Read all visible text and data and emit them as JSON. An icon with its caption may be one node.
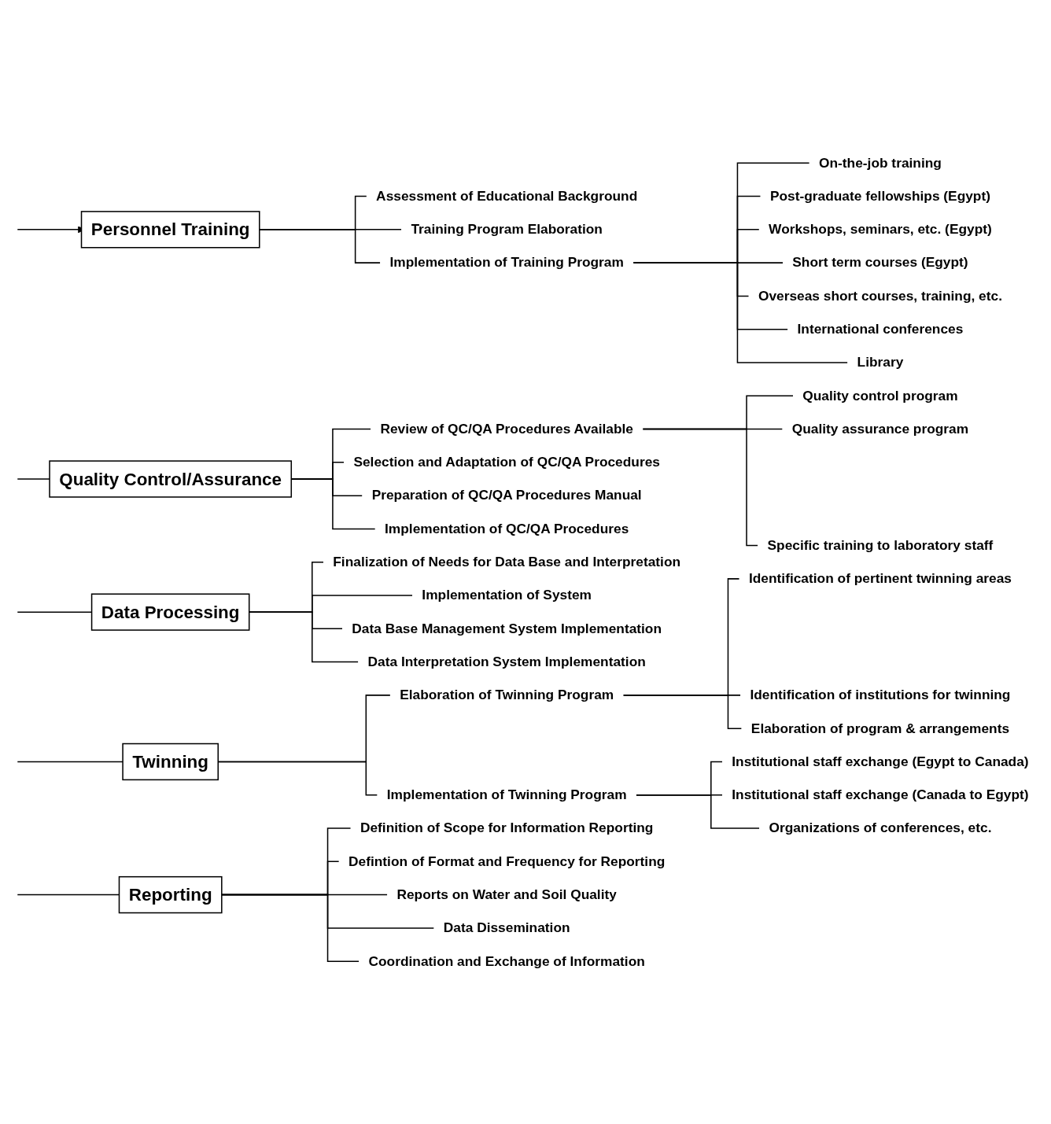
{
  "diagram": {
    "nodes": [
      {
        "text": [
          "Personnel Training"
        ]
      },
      {
        "text": [
          "Assessment of Educational Background"
        ]
      },
      {
        "text": [
          "Training Program Elaboration"
        ]
      },
      {
        "text": [
          "Implementation of Training Program"
        ]
      },
      {
        "text": [
          "On-the-job training"
        ]
      },
      {
        "text": [
          "Post-graduate fellowships (Egypt)"
        ]
      },
      {
        "text": [
          "Workshops, seminars, etc. (Egypt)"
        ]
      },
      {
        "text": [
          "Short term courses (Egypt)"
        ]
      },
      {
        "text": [
          "Overseas short courses, training, etc."
        ]
      },
      {
        "text": [
          "International conferences"
        ]
      },
      {
        "text": [
          "Library"
        ]
      },
      {
        "text": [
          "Quality Control/Assurance"
        ]
      },
      {
        "text": [
          "Review of QC/QA Procedures Available"
        ]
      },
      {
        "text": [
          "Quality control program"
        ]
      },
      {
        "text": [
          "Quality assurance program"
        ]
      },
      {
        "text": [
          "Specific training to laboratory staff"
        ]
      },
      {
        "text": [
          "Selection and Adaptation of QC/QA Procedures"
        ]
      },
      {
        "text": [
          "Preparation of QC/QA Procedures Manual"
        ]
      },
      {
        "text": [
          "Implementation of QC/QA Procedures"
        ]
      },
      {
        "text": [
          "Data Processing"
        ]
      },
      {
        "text": [
          "Finalization of Needs for Data Base and Interpretation"
        ]
      },
      {
        "text": [
          "Implementation of System"
        ]
      },
      {
        "text": [
          "Data Base Management System Implementation"
        ]
      },
      {
        "text": [
          "Data Interpretation System Implementation"
        ]
      },
      {
        "text": [
          "Twinning"
        ]
      },
      {
        "text": [
          "Elaboration of Twinning Program"
        ]
      },
      {
        "text": [
          "Identification of pertinent twinning areas"
        ]
      },
      {
        "text": [
          "Identification of institutions for twinning"
        ]
      },
      {
        "text": [
          "Elaboration of program & arrangements"
        ]
      },
      {
        "text": [
          "Implementation of Twinning Program"
        ]
      },
      {
        "text": [
          "Institutional staff exchange (Egypt to Canada)"
        ]
      },
      {
        "text": [
          "Institutional staff exchange (Canada to Egypt)"
        ]
      },
      {
        "text": [
          "Organizations of conferences, etc."
        ]
      },
      {
        "text": [
          "Reporting"
        ]
      },
      {
        "text": [
          "Definition of Scope for Information Reporting"
        ]
      },
      {
        "text": [
          "Defintion of Format and Frequency for Reporting"
        ]
      },
      {
        "text": [
          "Reports on Water and Soil Quality"
        ]
      },
      {
        "text": [
          "Data Dissemination"
        ]
      },
      {
        "text": [
          "Coordination and Exchange of Information"
        ]
      }
    ],
    "edges": [
      {
        "from": null,
        "to": 0,
        "arrow": "to"
      },
      {
        "from": null,
        "to": 11,
        "arrow": "none"
      },
      {
        "from": null,
        "to": 19,
        "arrow": "none"
      },
      {
        "from": null,
        "to": 24,
        "arrow": "none"
      },
      {
        "from": null,
        "to": 33,
        "arrow": "none"
      },
      {
        "from": 0,
        "to": 1,
        "arrow": "none"
      },
      {
        "from": 0,
        "to": 2,
        "arrow": "none"
      },
      {
        "from": 0,
        "to": 3,
        "arrow": "none"
      },
      {
        "from": 3,
        "to": 4,
        "arrow": "none"
      },
      {
        "from": 3,
        "to": 5,
        "arrow": "none"
      },
      {
        "from": 3,
        "to": 6,
        "arrow": "none"
      },
      {
        "from": 3,
        "to": 7,
        "arrow": "none"
      },
      {
        "from": 3,
        "to": 8,
        "arrow": "none"
      },
      {
        "from": 3,
        "to": 9,
        "arrow": "none"
      },
      {
        "from": 3,
        "to": 10,
        "arrow": "none"
      },
      {
        "from": 11,
        "to": 12,
        "arrow": "none"
      },
      {
        "from": 12,
        "to": 13,
        "arrow": "none"
      },
      {
        "from": 12,
        "to": 14,
        "arrow": "none"
      },
      {
        "from": 12,
        "to": 15,
        "arrow": "none"
      },
      {
        "from": 11,
        "to": 16,
        "arrow": "none"
      },
      {
        "from": 11,
        "to": 17,
        "arrow": "none"
      },
      {
        "from": 11,
        "to": 18,
        "arrow": "none"
      },
      {
        "from": 19,
        "to": 20,
        "arrow": "none"
      },
      {
        "from": 19,
        "to": 21,
        "arrow": "none"
      },
      {
        "from": 19,
        "to": 22,
        "arrow": "none"
      },
      {
        "from": 19,
        "to": 23,
        "arrow": "none"
      },
      {
        "from": 24,
        "to": 25,
        "arrow": "none"
      },
      {
        "from": 25,
        "to": 26,
        "arrow": "none"
      },
      {
        "from": 25,
        "to": 27,
        "arrow": "none"
      },
      {
        "from": 25,
        "to": 28,
        "arrow": "none"
      },
      {
        "from": 24,
        "to": 29,
        "arrow": "none"
      },
      {
        "from": 29,
        "to": 30,
        "arrow": "none"
      },
      {
        "from": 29,
        "to": 31,
        "arrow": "none"
      },
      {
        "from": 29,
        "to": 32,
        "arrow": "none"
      },
      {
        "from": 33,
        "to": 34,
        "arrow": "none"
      },
      {
        "from": 33,
        "to": 35,
        "arrow": "none"
      },
      {
        "from": 33,
        "to": 36,
        "arrow": "none"
      },
      {
        "from": 33,
        "to": 37,
        "arrow": "none"
      },
      {
        "from": 33,
        "to": 38,
        "arrow": "none"
      }
    ]
  }
}
